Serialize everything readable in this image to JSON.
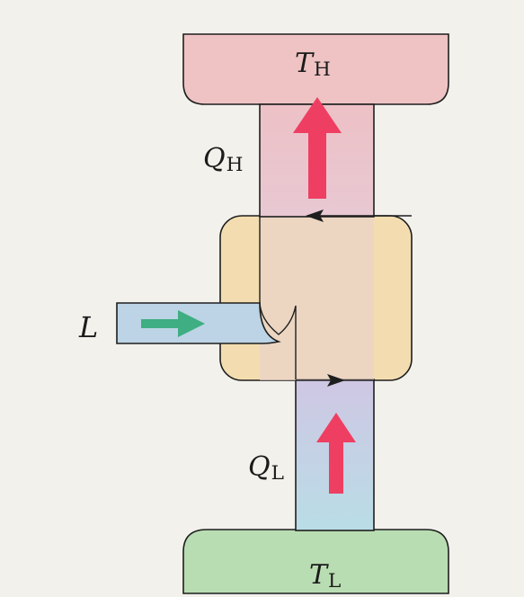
{
  "labels": {
    "hot_reservoir": {
      "symbol": "T",
      "subscript": "H"
    },
    "cold_reservoir": {
      "symbol": "T",
      "subscript": "L"
    },
    "heat_out": {
      "symbol": "Q",
      "subscript": "H"
    },
    "heat_in": {
      "symbol": "Q",
      "subscript": "L"
    },
    "work_in": {
      "symbol": "L"
    }
  },
  "colors": {
    "background": "#f3f1ec",
    "hot_reservoir_fill": "#efc3c3",
    "cold_reservoir_fill": "#b9ddb2",
    "hot_channel_fill": "#ecc5cc",
    "cold_channel_fill": "#c6d3ea",
    "device_fill": "#f3ddb0",
    "work_channel_fill": "#bcd4e5",
    "heat_arrow": "#ee3f62",
    "work_arrow": "#3fae82",
    "outline": "#1e1e1e"
  }
}
